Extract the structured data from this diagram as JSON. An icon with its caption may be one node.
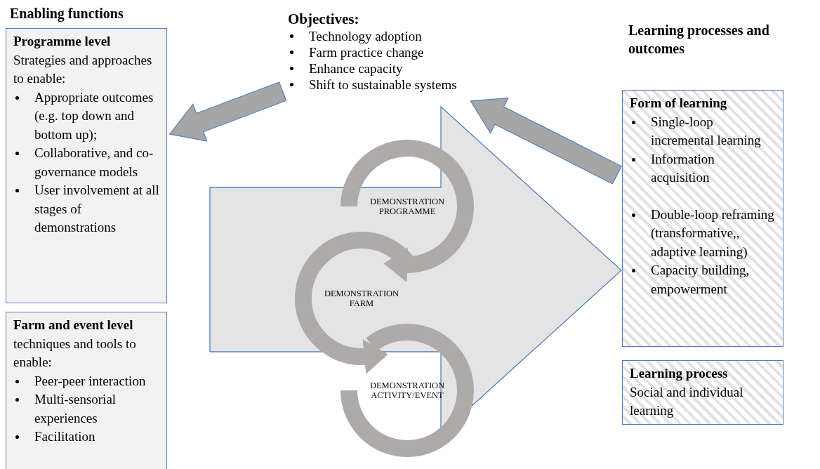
{
  "diagram": {
    "nodes": [
      {
        "text": [
          "Programme level",
          "Strategies and approaches to enable:",
          "Appropriate outcomes (e.g. top down and bottom up);",
          "Collaborative, and co-governance models",
          "User involvement at all stages of demonstrations"
        ]
      },
      {
        "text": [
          "**Farm and event level** techniques and tools to enable:",
          "Peer-peer interaction",
          "Multi-sensorial experiences",
          "Facilitation"
        ]
      },
      {
        "text": [
          "Objectives:",
          "Technology adoption",
          "Farm practice change",
          "Enhance capacity",
          "Shift to sustainable systems"
        ]
      },
      {
        "text": [
          "DEMONSTRATION PROGRAMME"
        ]
      },
      {
        "text": [
          "DEMONSTRATION FARM"
        ]
      },
      {
        "text": [
          "DEMONSTRATION ACTIVITY/EVENT"
        ]
      },
      {
        "text": [
          "Form of learning",
          "Single-loop incremental learning",
          "Information acquisition",
          "Double-loop reframing (transformative,, adaptive learning)",
          "Capacity building, empowerment"
        ]
      },
      {
        "text": [
          "Learning process",
          "Social and individual learning"
        ]
      }
    ],
    "edges": [
      {
        "from": null,
        "to": 6,
        "arrow": "to",
        "style": "thick"
      },
      {
        "from": 2,
        "to": 0,
        "arrow": "to",
        "style": "thick"
      },
      {
        "from": 6,
        "to": 2,
        "arrow": "to",
        "style": "thick"
      },
      {
        "from": 3,
        "to": 4,
        "arrow": "to"
      },
      {
        "from": 4,
        "to": 5,
        "arrow": "to"
      }
    ],
    "labels": [
      "Enabling functions",
      "Learning processes and outcomes"
    ]
  }
}
